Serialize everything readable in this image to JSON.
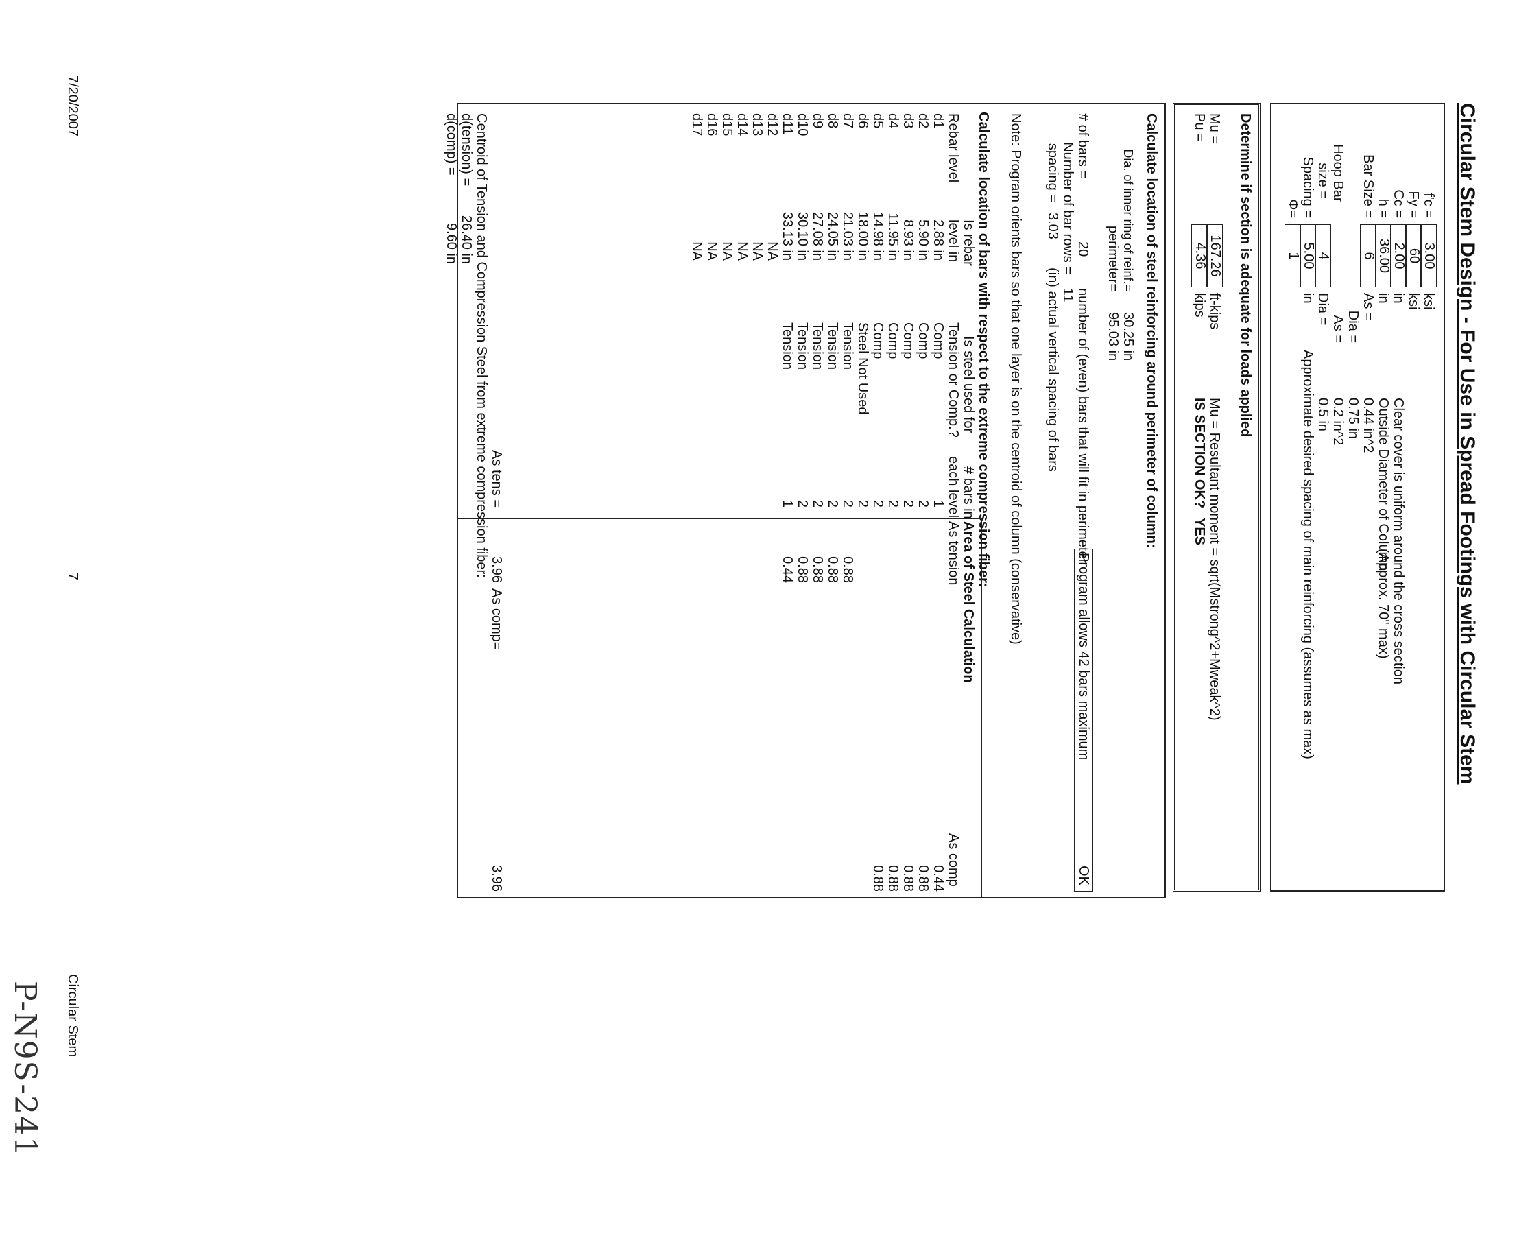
{
  "title": "Circular Stem Design - For Use in Spread Footings with Circular Stem",
  "inputs": {
    "fc": {
      "label": "f'c =",
      "value": "3.00",
      "unit": "ksi"
    },
    "fy": {
      "label": "Fy =",
      "value": "60",
      "unit": "ksi"
    },
    "cc": {
      "label": "Cc =",
      "value": "2.00",
      "unit": "in",
      "note": "Clear cover is uniform around the cross section"
    },
    "h": {
      "label": "h =",
      "value": "36.00",
      "unit": "in",
      "note": "Outside Diameter of Column",
      "note2": "(Approx. 70\" max)"
    },
    "bar_size": {
      "label": "Bar Size =",
      "value": "6",
      "as_label": "As =",
      "as_value": "0.44 in^2",
      "dia_label": "Dia =",
      "dia_value": "0.75 in"
    },
    "hoop_bar": {
      "label1": "Hoop Bar",
      "label2": "size =",
      "value": "4",
      "as_label": "As =",
      "as_value": "0.2 in^2",
      "dia_label": "Dia =",
      "dia_value": "0.5 in"
    },
    "spacing": {
      "label": "Spacing =",
      "value": "5.00",
      "unit": "in",
      "note": "Approximate desired spacing of main reinforcing (assumes as max)"
    },
    "phi": {
      "label": "Φ=",
      "value": "1"
    }
  },
  "adequacy": {
    "heading": "Determine if section is adequate for loads applied",
    "mu_label": "Mu =",
    "mu_value": "167.26",
    "mu_unit": "ft-kips",
    "mu_note": "Mu = Resultant moment = sqrt(Mstrong^2+Mweak^2)",
    "pu_label": "Pu =",
    "pu_value": "4.36",
    "pu_unit": "kips",
    "ok_label": "IS SECTION OK?",
    "ok_value": "YES"
  },
  "perimeter": {
    "heading": "Calculate location of steel reinforcing around perimeter of column:",
    "dia_label": "Dia. of inner ring of reinf.=",
    "dia_value": "30.25 in",
    "perim_label": "perimeter=",
    "perim_value": "95.03 in",
    "nbars_label": "# of bars =",
    "nbars_value": "20",
    "nbars_note": "number of (even) bars that will fit in perimeter",
    "allow_note": "Program allows 42 bars maximum",
    "allow_status": "OK",
    "rows_label": "Number of bar rows =",
    "rows_value": "11",
    "spacing_label": "spacing =",
    "spacing_value": "3.03",
    "spacing_note": "(in) actual vertical spacing of bars",
    "orient_note": "Note: Program orients bars so that one layer is on the centroid of column (conservative)"
  },
  "bars": {
    "heading": "Calculate location of bars with respect to the extreme compression fiber:",
    "col_level": "Rebar level",
    "col_loc1": "Is rebar",
    "col_loc2": "level in",
    "col_use1": "Is steel used for",
    "col_use2": "Tension or Comp.?",
    "col_n1": "# bars in",
    "col_n2": "each level",
    "area_heading": "Area of Steel Calculation",
    "as_tension_label": "As tension",
    "as_comp_label": "As comp",
    "rows": [
      {
        "level": "d1",
        "loc": "2.88 in",
        "use": "Comp",
        "n": "1",
        "at": "",
        "ac": "0.44"
      },
      {
        "level": "d2",
        "loc": "5.90 in",
        "use": "Comp",
        "n": "2",
        "at": "",
        "ac": "0.88"
      },
      {
        "level": "d3",
        "loc": "8.93 in",
        "use": "Comp",
        "n": "2",
        "at": "",
        "ac": "0.88"
      },
      {
        "level": "d4",
        "loc": "11.95 in",
        "use": "Comp",
        "n": "2",
        "at": "",
        "ac": "0.88"
      },
      {
        "level": "d5",
        "loc": "14.98 in",
        "use": "Comp",
        "n": "2",
        "at": "",
        "ac": "0.88"
      },
      {
        "level": "d6",
        "loc": "18.00 in",
        "use": "Steel Not Used",
        "n": "2",
        "at": "",
        "ac": ""
      },
      {
        "level": "d7",
        "loc": "21.03 in",
        "use": "Tension",
        "n": "2",
        "at": "0.88",
        "ac": ""
      },
      {
        "level": "d8",
        "loc": "24.05 in",
        "use": "Tension",
        "n": "2",
        "at": "0.88",
        "ac": ""
      },
      {
        "level": "d9",
        "loc": "27.08 in",
        "use": "Tension",
        "n": "2",
        "at": "0.88",
        "ac": ""
      },
      {
        "level": "d10",
        "loc": "30.10 in",
        "use": "Tension",
        "n": "2",
        "at": "0.88",
        "ac": ""
      },
      {
        "level": "d11",
        "loc": "33.13 in",
        "use": "Tension",
        "n": "1",
        "at": "0.44",
        "ac": ""
      },
      {
        "level": "d12",
        "loc": "NA",
        "use": "",
        "n": "",
        "at": "",
        "ac": ""
      },
      {
        "level": "d13",
        "loc": "NA",
        "use": "",
        "n": "",
        "at": "",
        "ac": ""
      },
      {
        "level": "d14",
        "loc": "NA",
        "use": "",
        "n": "",
        "at": "",
        "ac": ""
      },
      {
        "level": "d15",
        "loc": "NA",
        "use": "",
        "n": "",
        "at": "",
        "ac": ""
      },
      {
        "level": "d16",
        "loc": "NA",
        "use": "",
        "n": "",
        "at": "",
        "ac": ""
      },
      {
        "level": "d17",
        "loc": "NA",
        "use": "",
        "n": "",
        "at": "",
        "ac": ""
      }
    ],
    "as_tens_label": "As tens =",
    "as_tens_value": "3.96",
    "as_comp_total_label": "As comp=",
    "as_comp_total_value": "3.96",
    "centroid_heading": "Centroid of Tension and Compression Steel from extreme compression fiber:",
    "dt_label": "d(tension) =",
    "dt_value": "26.40 in",
    "dc_label": "d(comp) =",
    "dc_value": "9.60 in"
  },
  "footer": {
    "date": "7/20/2007",
    "page": "7",
    "sheet": "Circular Stem",
    "handwritten": "P-N9S-241"
  }
}
